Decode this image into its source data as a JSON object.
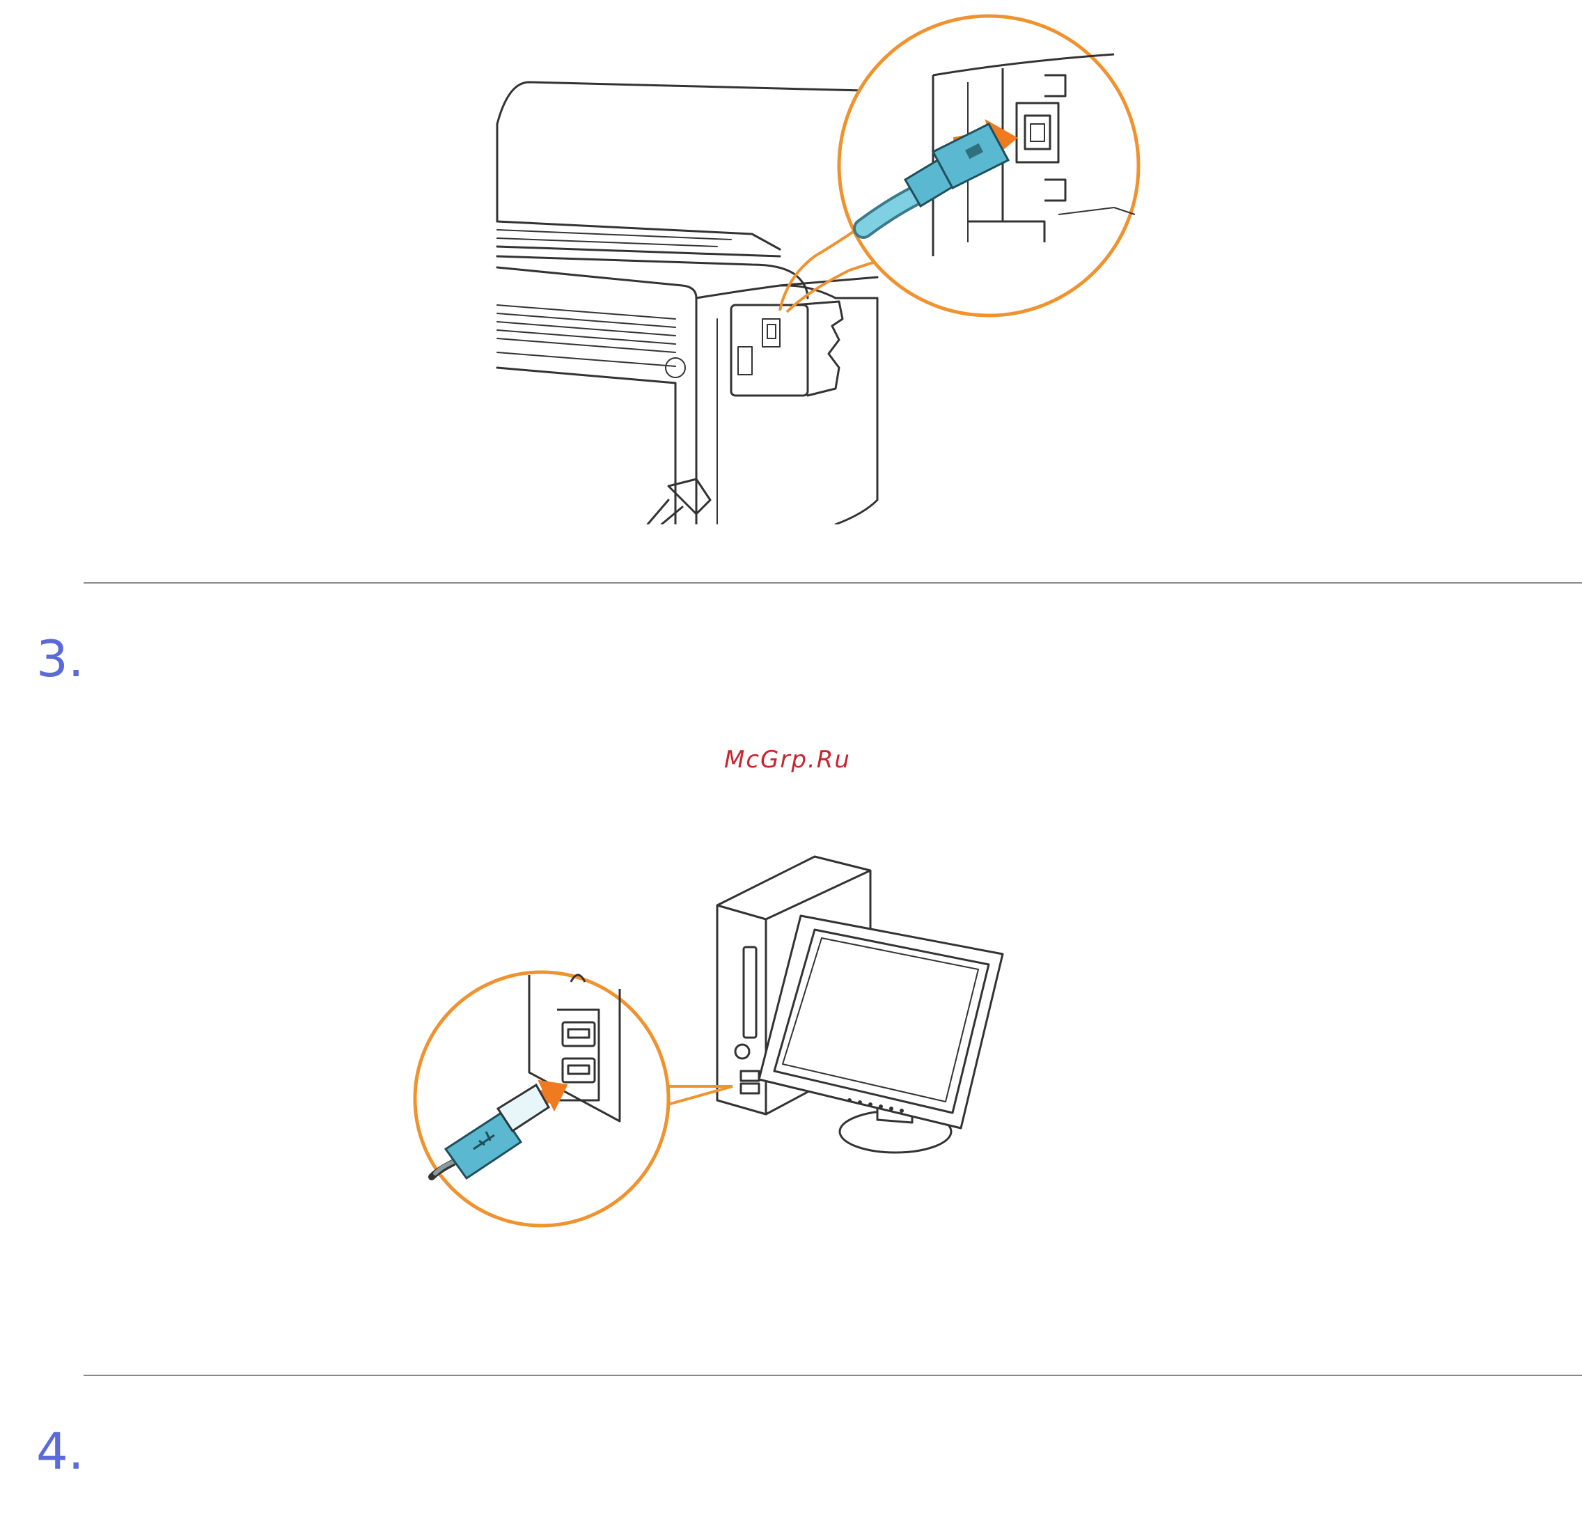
{
  "steps": [
    {
      "number": "3."
    },
    {
      "number": "4."
    }
  ],
  "watermark": {
    "text": "McGrp.Ru"
  },
  "colors": {
    "step_number": "#5a6ad8",
    "callout_orange": "#f0922e",
    "arrow_orange": "#f07a1f",
    "cable_blue": "#5ab8d0",
    "watermark": "#c9252f",
    "divider": "#8a8a8a"
  },
  "illustrations": {
    "printer": {
      "subject": "printer-rear-usb-port",
      "callout": "usb-b-plug-insertion"
    },
    "computer": {
      "subject": "desktop-computer-with-monitor",
      "callout": "usb-a-plug-insertion"
    }
  }
}
